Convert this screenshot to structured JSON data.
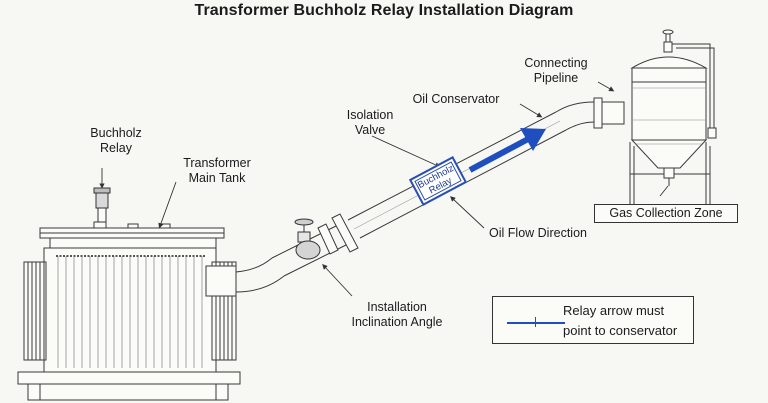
{
  "title": "Transformer Buchholz Relay Installation Diagram",
  "labels": {
    "buchholz_relay": [
      "Buchholz",
      "Relay"
    ],
    "transformer_main_tank": [
      "Transformer",
      "Main Tank"
    ],
    "isolation_valve": [
      "Isolation",
      "Valve"
    ],
    "oil_conservator": "Oil Conservator",
    "connecting_pipeline": [
      "Connecting",
      "Pipeline"
    ],
    "oil_flow_direction": "Oil Flow Direction",
    "installation_inclination_angle": [
      "Installation",
      "Inclination Angle"
    ],
    "gas_collection_zone": "Gas Collection Zone"
  },
  "relay_tag": [
    "Buchholz",
    "Relay"
  ],
  "legend": {
    "text": [
      "Relay arrow must",
      "point to conservator"
    ]
  },
  "colors": {
    "arrow": "#1f4fbf",
    "line": "#3a3a3a",
    "background": "#f7f8f4"
  }
}
